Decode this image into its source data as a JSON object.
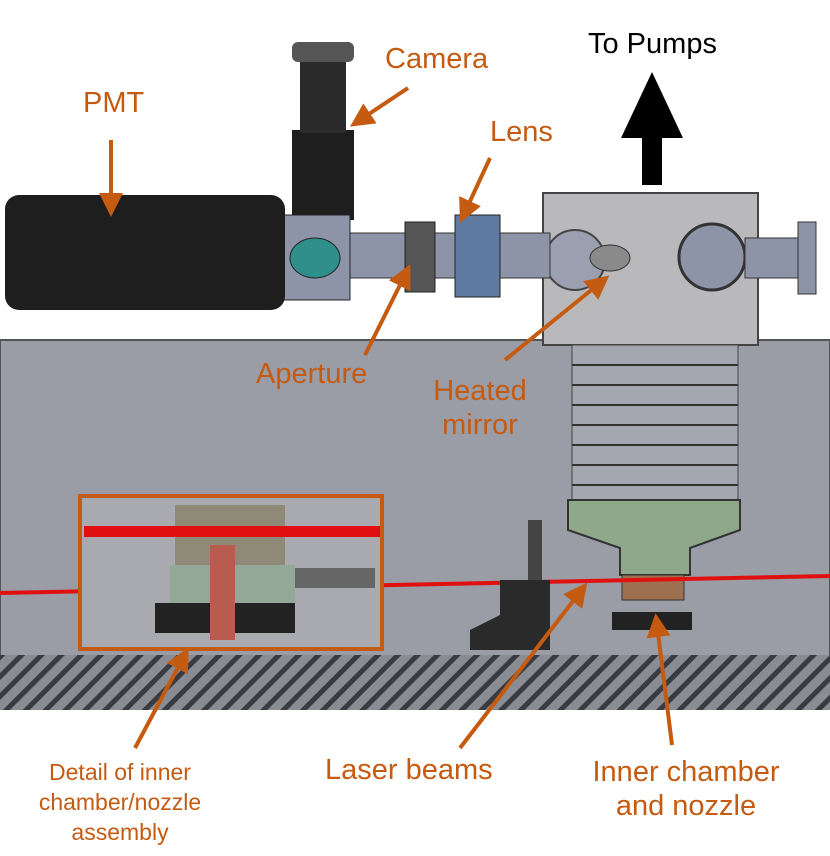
{
  "labels": {
    "to_pumps": "To Pumps",
    "camera": "Camera",
    "pmt": "PMT",
    "lens": "Lens",
    "aperture": "Aperture",
    "heated_mirror": "Heated mirror",
    "laser_beams": "Laser beams",
    "inner_chamber": "Inner chamber and nozzle",
    "detail": "Detail of inner chamber/nozzle assembly"
  },
  "colors": {
    "label": "#c55a11",
    "arrow": "#c55a11",
    "laser": "#e01010",
    "enclosure": "#9a9ca6",
    "black_text": "#000000"
  }
}
